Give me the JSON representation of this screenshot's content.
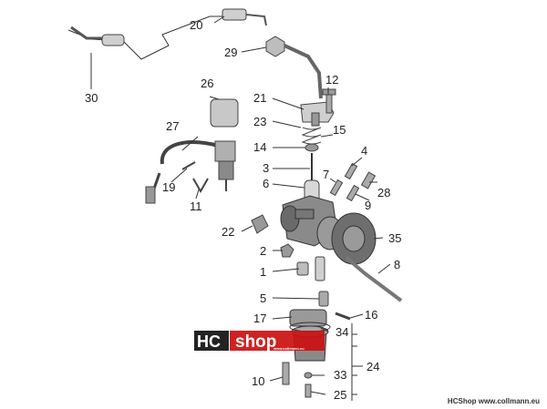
{
  "callouts": {
    "p1": "1",
    "p2": "2",
    "p3": "3",
    "p4": "4",
    "p5": "5",
    "p6": "6",
    "p7": "7",
    "p8": "8",
    "p9": "9",
    "p10": "10",
    "p11": "11",
    "p12": "12",
    "p14": "14",
    "p15": "15",
    "p16": "16",
    "p17": "17",
    "p19": "19",
    "p20": "20",
    "p21": "21",
    "p22": "22",
    "p23": "23",
    "p24": "24",
    "p25": "25",
    "p26": "26",
    "p27": "27",
    "p28": "28",
    "p29": "29",
    "p30": "30",
    "p33": "33",
    "p34": "34",
    "p35": "35"
  },
  "watermark": {
    "hc": "HC",
    "shop": "shop",
    "url": "www.collmann.eu"
  },
  "footer": {
    "brand": "HCShop",
    "url": "www.collmann.eu"
  },
  "colors": {
    "watermark_red": "#cc1111",
    "watermark_dark": "#111111",
    "part_gray": "#bdbdbd",
    "part_dark": "#6a6a6a"
  }
}
